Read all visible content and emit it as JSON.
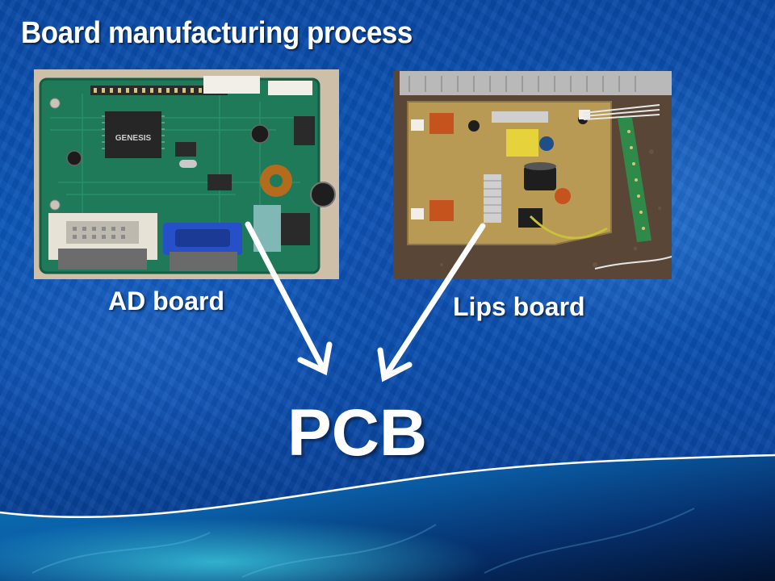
{
  "slide": {
    "title": "Board manufacturing process",
    "center_label": "PCB"
  },
  "left_photo": {
    "caption": "AD board",
    "chip_marking": "GENESIS"
  },
  "right_photo": {
    "caption": "Lips board"
  },
  "colors": {
    "background": "#0b57b8",
    "text": "#ffffff",
    "board_green": "#1f7a5a",
    "board_brown": "#b89a55"
  },
  "icons": {
    "arrow_left": "arrow-down-right",
    "arrow_right": "arrow-down-left"
  }
}
